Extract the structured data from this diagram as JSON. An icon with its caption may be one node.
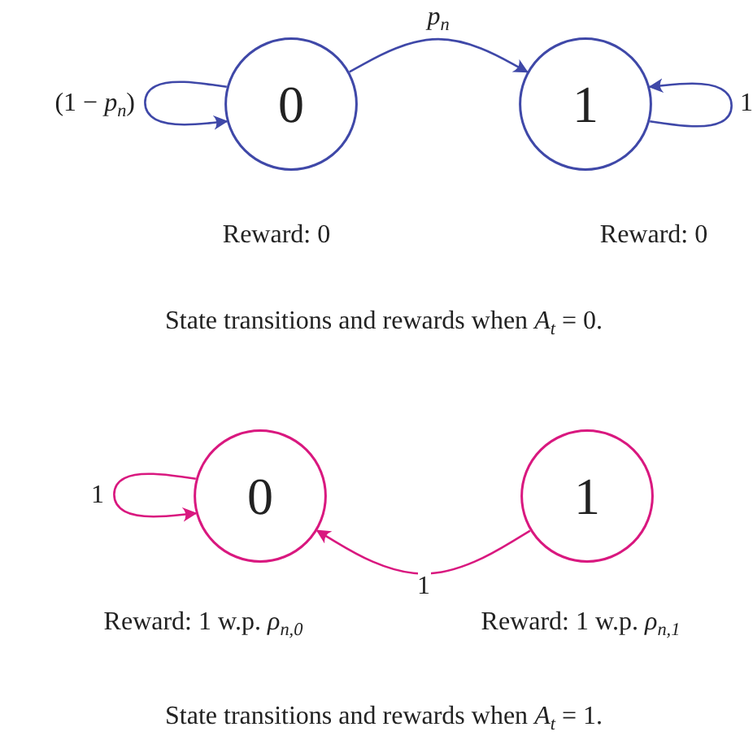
{
  "diagram": {
    "nodes": [
      {
        "text": [
          "0"
        ],
        "beside": [
          "Reward: 0"
        ]
      },
      {
        "text": [
          "1"
        ],
        "beside": [
          "Reward: 0"
        ]
      },
      {
        "text": [
          "0"
        ],
        "beside": [
          "Reward: 1 w.p. *ρ*$_{n,0}$"
        ]
      },
      {
        "text": [
          "1"
        ],
        "beside": [
          "Reward: 1 w.p. *ρ*$_{n,1}$"
        ]
      }
    ],
    "edges": [
      {
        "from": 0,
        "to": 0,
        "arrow": "to",
        "label": "(1 − *p*$_{n}$)"
      },
      {
        "from": 0,
        "to": 1,
        "arrow": "to",
        "label": "*p*$_{n}$"
      },
      {
        "from": 1,
        "to": 1,
        "arrow": "to",
        "label": "1"
      },
      {
        "from": 2,
        "to": 2,
        "arrow": "to",
        "label": "1",
        "color": "#d9187f"
      },
      {
        "from": 3,
        "to": 2,
        "arrow": "to",
        "label": "1",
        "color": "#d9187f"
      }
    ],
    "labels": [
      "State transitions and rewards when *A*$_{t}$ = 0.",
      "State transitions and rewards when *A*$_{t}$ = 1."
    ]
  }
}
